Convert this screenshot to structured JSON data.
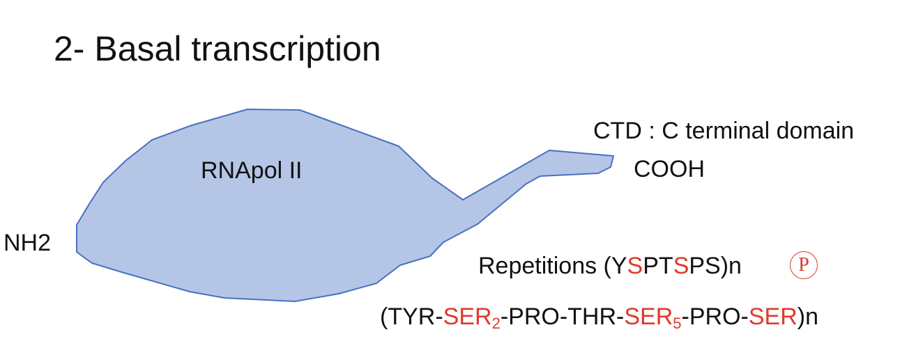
{
  "title": "2- Basal transcription",
  "labels": {
    "rnapol": "RNApol II",
    "nh2": "NH2",
    "cooh": "COOH",
    "ctd": "CTD : C terminal domain"
  },
  "repetitions": {
    "prefix": "Repetitions (Y",
    "s1": "S",
    "mid": "PT",
    "s2": "S",
    "suffix": "PS)n",
    "badge": "P"
  },
  "sequence": {
    "open": "(TYR-",
    "ser2": "SER",
    "ser2_sub": "2",
    "mid": "-PRO-THR-",
    "ser5": "SER",
    "ser5_sub": "5",
    "dash": "-PRO-",
    "ser": "SER",
    "close": ")n"
  },
  "colors": {
    "shape_fill": "#b4c5e6",
    "shape_stroke": "#4a6fc2",
    "highlight_red": "#e0392b"
  }
}
